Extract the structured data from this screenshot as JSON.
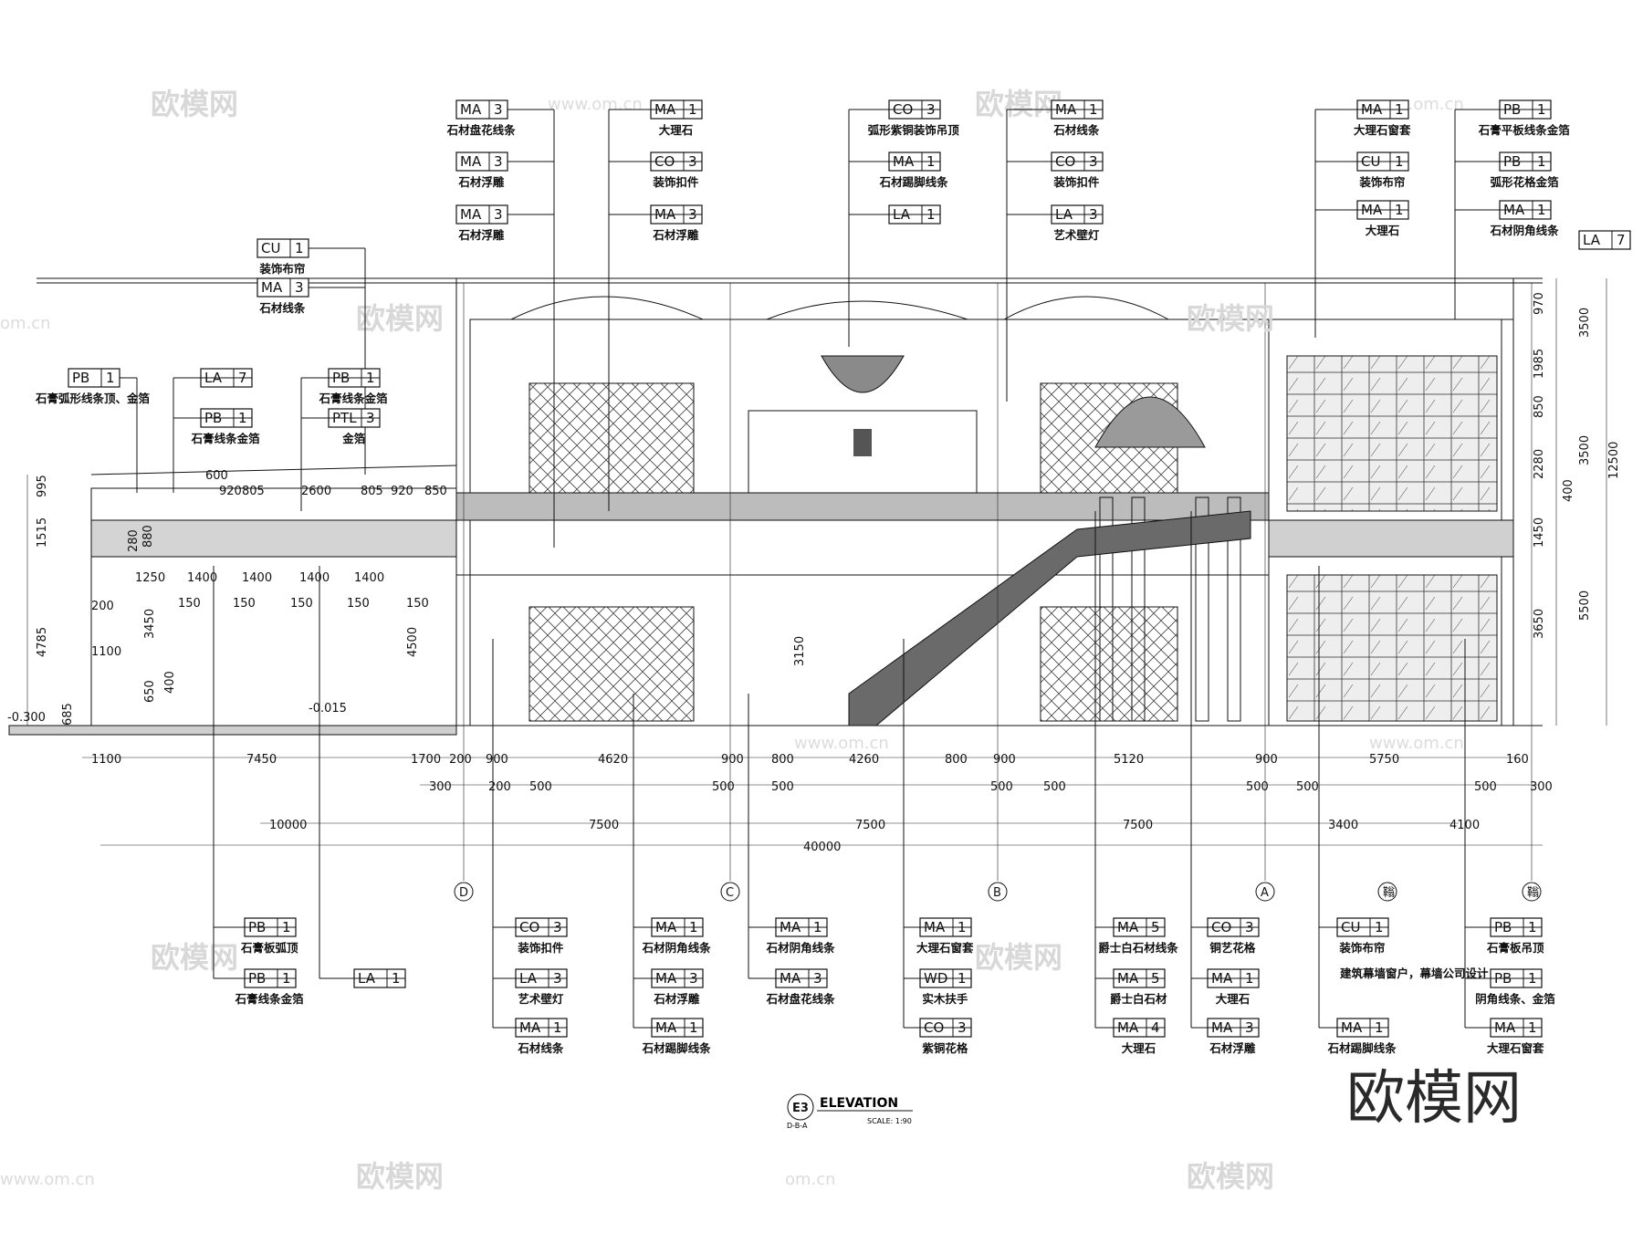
{
  "watermark": {
    "text": "欧模网",
    "small": "www.om.cn",
    "small2": "om.cn",
    "color": "#d8d8d8"
  },
  "logo": {
    "text": "欧模网"
  },
  "title": {
    "tag": "E3",
    "label": "ELEVATION",
    "scale": "SCALE: 1:90",
    "sub": "D-B-A"
  },
  "top_tags": [
    {
      "code": "MA",
      "num": "3",
      "desc": "石材盘花线条"
    },
    {
      "code": "MA",
      "num": "3",
      "desc": "石材浮雕"
    },
    {
      "code": "MA",
      "num": "3",
      "desc": "石材浮雕"
    },
    {
      "code": "MA",
      "num": "1",
      "desc": "大理石"
    },
    {
      "code": "CO",
      "num": "3",
      "desc": "装饰扣件"
    },
    {
      "code": "MA",
      "num": "3",
      "desc": "石材浮雕"
    },
    {
      "code": "CO",
      "num": "3",
      "desc": "弧形紫铜装饰吊顶"
    },
    {
      "code": "MA",
      "num": "1",
      "desc": "石材踢脚线条"
    },
    {
      "code": "LA",
      "num": "1",
      "desc": ""
    },
    {
      "code": "MA",
      "num": "1",
      "desc": "石材线条"
    },
    {
      "code": "CO",
      "num": "3",
      "desc": "装饰扣件"
    },
    {
      "code": "LA",
      "num": "3",
      "desc": "艺术壁灯"
    },
    {
      "code": "MA",
      "num": "1",
      "desc": "大理石窗套"
    },
    {
      "code": "CU",
      "num": "1",
      "desc": "装饰布帘"
    },
    {
      "code": "MA",
      "num": "1",
      "desc": "大理石"
    },
    {
      "code": "PB",
      "num": "1",
      "desc": "石膏平板线条金箔"
    },
    {
      "code": "PB",
      "num": "1",
      "desc": "弧形花格金箔"
    },
    {
      "code": "MA",
      "num": "1",
      "desc": "石材阴角线条"
    },
    {
      "code": "LA",
      "num": "7",
      "desc": ""
    },
    {
      "code": "CU",
      "num": "1",
      "desc": "装饰布帘"
    },
    {
      "code": "MA",
      "num": "3",
      "desc": "石材线条"
    },
    {
      "code": "PB",
      "num": "1",
      "desc": "石膏弧形线条顶、金箔"
    },
    {
      "code": "LA",
      "num": "7",
      "desc": ""
    },
    {
      "code": "PB",
      "num": "1",
      "desc": "石膏线条金箔"
    },
    {
      "code": "PB",
      "num": "1",
      "desc": "石膏线条金箔"
    },
    {
      "code": "PTL",
      "num": "3",
      "desc": "金箔"
    }
  ],
  "bottom_tags": [
    {
      "code": "PB",
      "num": "1",
      "desc": "石膏板弧顶"
    },
    {
      "code": "PB",
      "num": "1",
      "desc": "石膏线条金箔"
    },
    {
      "code": "LA",
      "num": "1",
      "desc": ""
    },
    {
      "code": "CO",
      "num": "3",
      "desc": "装饰扣件"
    },
    {
      "code": "LA",
      "num": "3",
      "desc": "艺术壁灯"
    },
    {
      "code": "MA",
      "num": "1",
      "desc": "石材线条"
    },
    {
      "code": "MA",
      "num": "1",
      "desc": "石材阴角线条"
    },
    {
      "code": "MA",
      "num": "3",
      "desc": "石材浮雕"
    },
    {
      "code": "MA",
      "num": "1",
      "desc": "石材踢脚线条"
    },
    {
      "code": "MA",
      "num": "1",
      "desc": "石材阴角线条"
    },
    {
      "code": "MA",
      "num": "3",
      "desc": "石材盘花线条"
    },
    {
      "code": "MA",
      "num": "1",
      "desc": "大理石窗套"
    },
    {
      "code": "WD",
      "num": "1",
      "desc": "实木扶手"
    },
    {
      "code": "CO",
      "num": "3",
      "desc": "紫铜花格"
    },
    {
      "code": "MA",
      "num": "5",
      "desc": "爵士白石材线条"
    },
    {
      "code": "MA",
      "num": "5",
      "desc": "爵士白石材"
    },
    {
      "code": "MA",
      "num": "4",
      "desc": "大理石"
    },
    {
      "code": "CO",
      "num": "3",
      "desc": "铜艺花格"
    },
    {
      "code": "MA",
      "num": "1",
      "desc": "大理石"
    },
    {
      "code": "MA",
      "num": "3",
      "desc": "石材浮雕"
    },
    {
      "code": "CU",
      "num": "1",
      "desc": "装饰布帘"
    },
    {
      "code": "",
      "num": "",
      "desc": "建筑幕墙窗户，幕墙公司设计"
    },
    {
      "code": "MA",
      "num": "1",
      "desc": "石材踢脚线条"
    },
    {
      "code": "PB",
      "num": "1",
      "desc": "石膏板吊顶"
    },
    {
      "code": "PB",
      "num": "1",
      "desc": "阴角线条、金箔"
    },
    {
      "code": "MA",
      "num": "1",
      "desc": "大理石窗套"
    }
  ],
  "grid_axes": [
    {
      "label": "D"
    },
    {
      "label": "C"
    },
    {
      "label": "B"
    },
    {
      "label": "A"
    },
    {
      "label": "䩺"
    },
    {
      "label": "䩺"
    }
  ],
  "dims_bottom_row1": [
    "1100",
    "7450",
    "1700",
    "200",
    "900",
    "4620",
    "900",
    "800",
    "4260",
    "800",
    "900",
    "5120",
    "900",
    "5750",
    "160"
  ],
  "dims_bottom_row2": [
    "300",
    "200",
    "500",
    "500",
    "500",
    "500",
    "500",
    "500",
    "500",
    "500",
    "300"
  ],
  "dims_bottom_row3": [
    "10000",
    "7500",
    "7500",
    "7500",
    "3400",
    "4100"
  ],
  "dims_total": "40000",
  "dims_right": [
    "970",
    "3500",
    "1985",
    "850",
    "3500",
    "2280",
    "400",
    "12500",
    "1450",
    "3650",
    "5500"
  ],
  "dims_left": [
    "995",
    "1515",
    "4785",
    "3450",
    "1100",
    "650",
    "400",
    "685",
    "200",
    "280",
    "880"
  ],
  "dims_left_top": [
    "600",
    "920",
    "805",
    "2600",
    "805",
    "920",
    "850"
  ],
  "dims_left_mid": [
    "1250",
    "1400",
    "1400",
    "1400",
    "1400",
    "150",
    "150",
    "150",
    "150",
    "150"
  ],
  "levels": [
    "-0.300",
    "-0.015"
  ],
  "mid_dims": [
    "4500",
    "3150"
  ]
}
